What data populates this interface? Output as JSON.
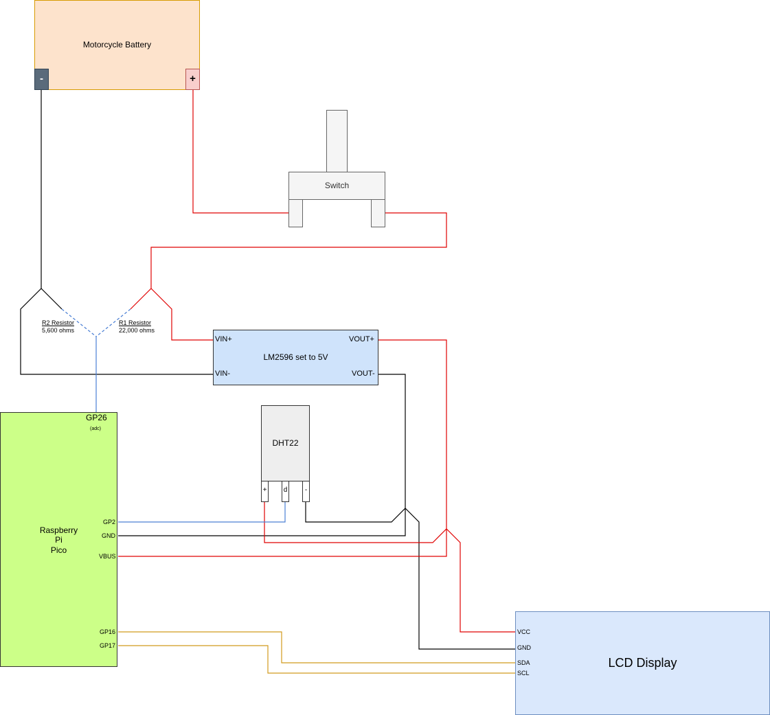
{
  "battery": {
    "label": "Motorcycle Battery",
    "minus": "-",
    "plus": "+"
  },
  "switch": {
    "label": "Switch"
  },
  "resistors": {
    "r2": {
      "name": "R2 Resistor",
      "value": "5,600 ohms"
    },
    "r1": {
      "name": "R1 Resistor",
      "value": "22,000 ohms"
    }
  },
  "regulator": {
    "label": "LM2596 set to 5V",
    "vin_plus": "VIN+",
    "vin_minus": "VIN-",
    "vout_plus": "VOUT+",
    "vout_minus": "VOUT-"
  },
  "pico": {
    "label_line1": "Raspberry",
    "label_line2": "Pi",
    "label_line3": "Pico",
    "gp26": "GP26",
    "adc": "(adc)",
    "gp2": "GP2",
    "gnd": "GND",
    "vbus": "VBUS",
    "gp16": "GP16",
    "gp17": "GP17"
  },
  "dht": {
    "label": "DHT22",
    "plus": "+",
    "data": "d",
    "minus": "-"
  },
  "lcd": {
    "label": "LCD Display",
    "vcc": "VCC",
    "gnd": "GND",
    "sda": "SDA",
    "scl": "SCL"
  },
  "colors": {
    "power": "#e00000",
    "ground": "#000000",
    "signal": "#4a7fd4",
    "i2c": "#d19a1c",
    "pico_fill": "#ccff88",
    "blue_fill": "#cfe3fb",
    "battery_fill": "#fde3cc"
  }
}
